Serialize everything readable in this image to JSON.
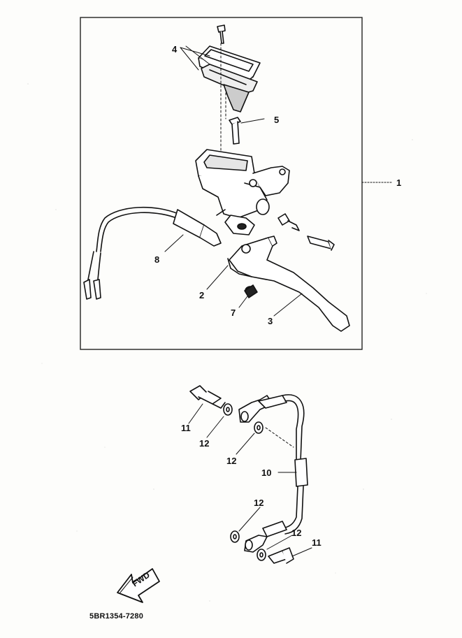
{
  "diagram_code": "5BR1354-7280",
  "fwd_label": "FWD",
  "callouts": {
    "c1": "1",
    "c2": "2",
    "c3": "3",
    "c4": "4",
    "c5": "5",
    "c7": "7",
    "c8": "8",
    "c10": "10",
    "c11a": "11",
    "c11b": "11",
    "c12a": "12",
    "c12b": "12",
    "c12c": "12",
    "c12d": "12"
  },
  "colors": {
    "ink": "#111111",
    "paper": "#fdfdfb"
  }
}
